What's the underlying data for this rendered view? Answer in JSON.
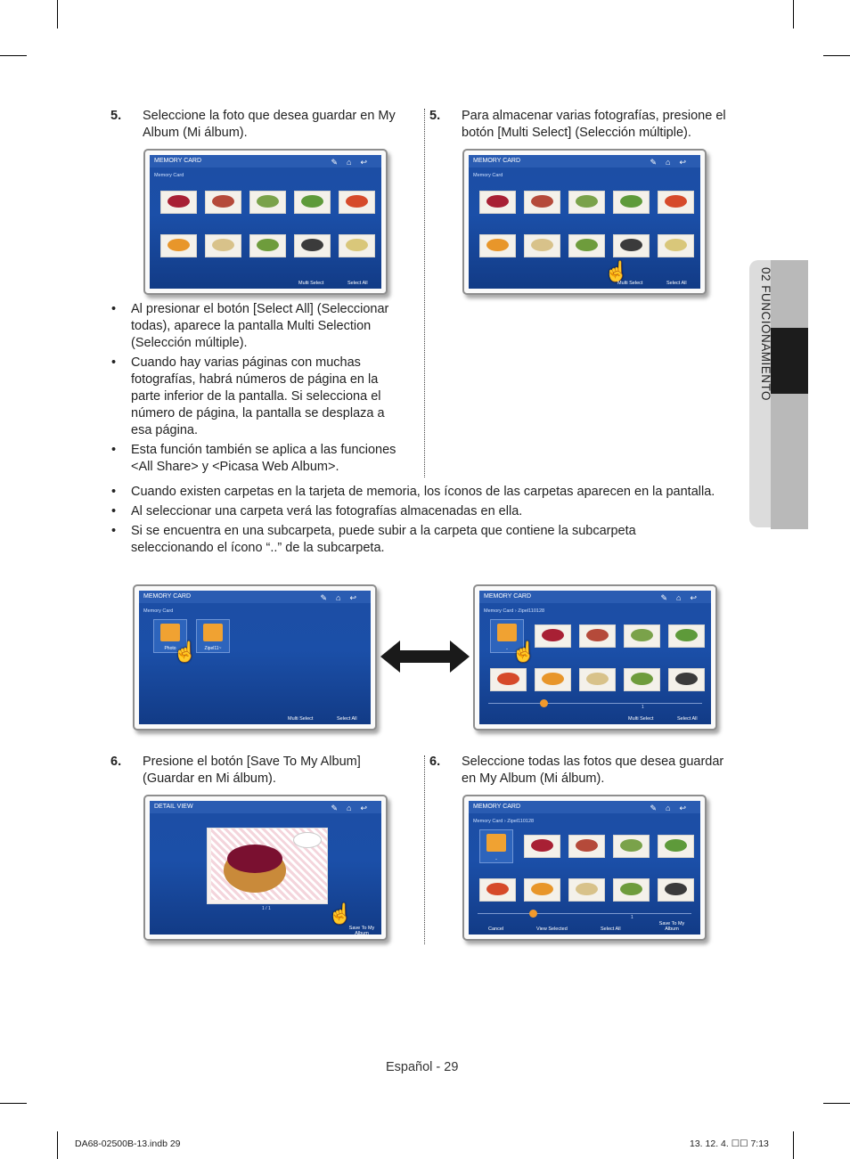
{
  "left_col": {
    "step5": {
      "num": "5.",
      "text": "Seleccione la foto que desea guardar en My Album (Mi álbum)."
    },
    "bullets": [
      "Al presionar el botón [Select All] (Seleccionar todas), aparece la pantalla Multi Selection (Selección múltiple).",
      "Cuando hay varias páginas con muchas fotografías, habrá números de página en la parte inferior de la pantalla. Si selecciona el número de página, la pantalla se desplaza a esa página.",
      "Esta función también se aplica a las funciones <All Share> y <Picasa Web Album>."
    ]
  },
  "right_col": {
    "step5": {
      "num": "5.",
      "text": "Para almacenar varias fotografías, presione el botón [Multi Select] (Selección múltiple)."
    }
  },
  "full_bullets": [
    "Cuando existen carpetas en la tarjeta de memoria, los íconos de las carpetas aparecen en la pantalla.",
    "Al seleccionar una carpeta verá las fotografías almacenadas en ella.",
    "Si se encuentra en una subcarpeta, puede subir a la carpeta que contiene la subcarpeta seleccionando el ícono “..” de la subcarpeta."
  ],
  "step6_left": {
    "num": "6.",
    "text": "Presione el botón [Save To My Album] (Guardar en Mi álbum)."
  },
  "step6_right": {
    "num": "6.",
    "text": "Seleccione todas las fotos que desea guardar en My Album (Mi álbum)."
  },
  "side_tab": "02  FUNCIONAMIENTO",
  "page_number": "Español - 29",
  "footer_left": "DA68-02500B-13.indb   29",
  "footer_right": "13. 12. 4.   ☐☐ 7:13",
  "screens": {
    "s1": {
      "title": "MEMORY CARD",
      "sub": "Memory Card",
      "btn1": "Multi Select",
      "btn2": "Select All"
    },
    "s2": {
      "title": "MEMORY CARD",
      "sub": "Memory Card",
      "btn1": "Multi Select",
      "btn2": "Select All"
    },
    "s3": {
      "title": "MEMORY CARD",
      "sub": "Memory Card",
      "folder1": "Photo",
      "folder2": "Zipel11~",
      "btn1": "Multi Select",
      "btn2": "Select All"
    },
    "s4": {
      "title": "MEMORY CARD",
      "sub": "Memory Card   ›   Zipel110128",
      "up": "..",
      "btn1": "Multi Select",
      "btn2": "Select All",
      "page": "1"
    },
    "s5": {
      "title": "DETAIL VIEW",
      "counter": "1 / 1",
      "save": "Save To My Album"
    },
    "s6": {
      "title": "MEMORY CARD",
      "sub": "Memory Card   ›   Zipel110128",
      "up": "..",
      "cancel": "Cancel",
      "view": "View Selected",
      "all": "Select All",
      "save": "Save To My Album",
      "page": "1"
    }
  },
  "icons": [
    "pencil-icon",
    "home-icon",
    "back-icon",
    "hand-pointer-icon",
    "folder-icon",
    "double-arrow-icon"
  ]
}
